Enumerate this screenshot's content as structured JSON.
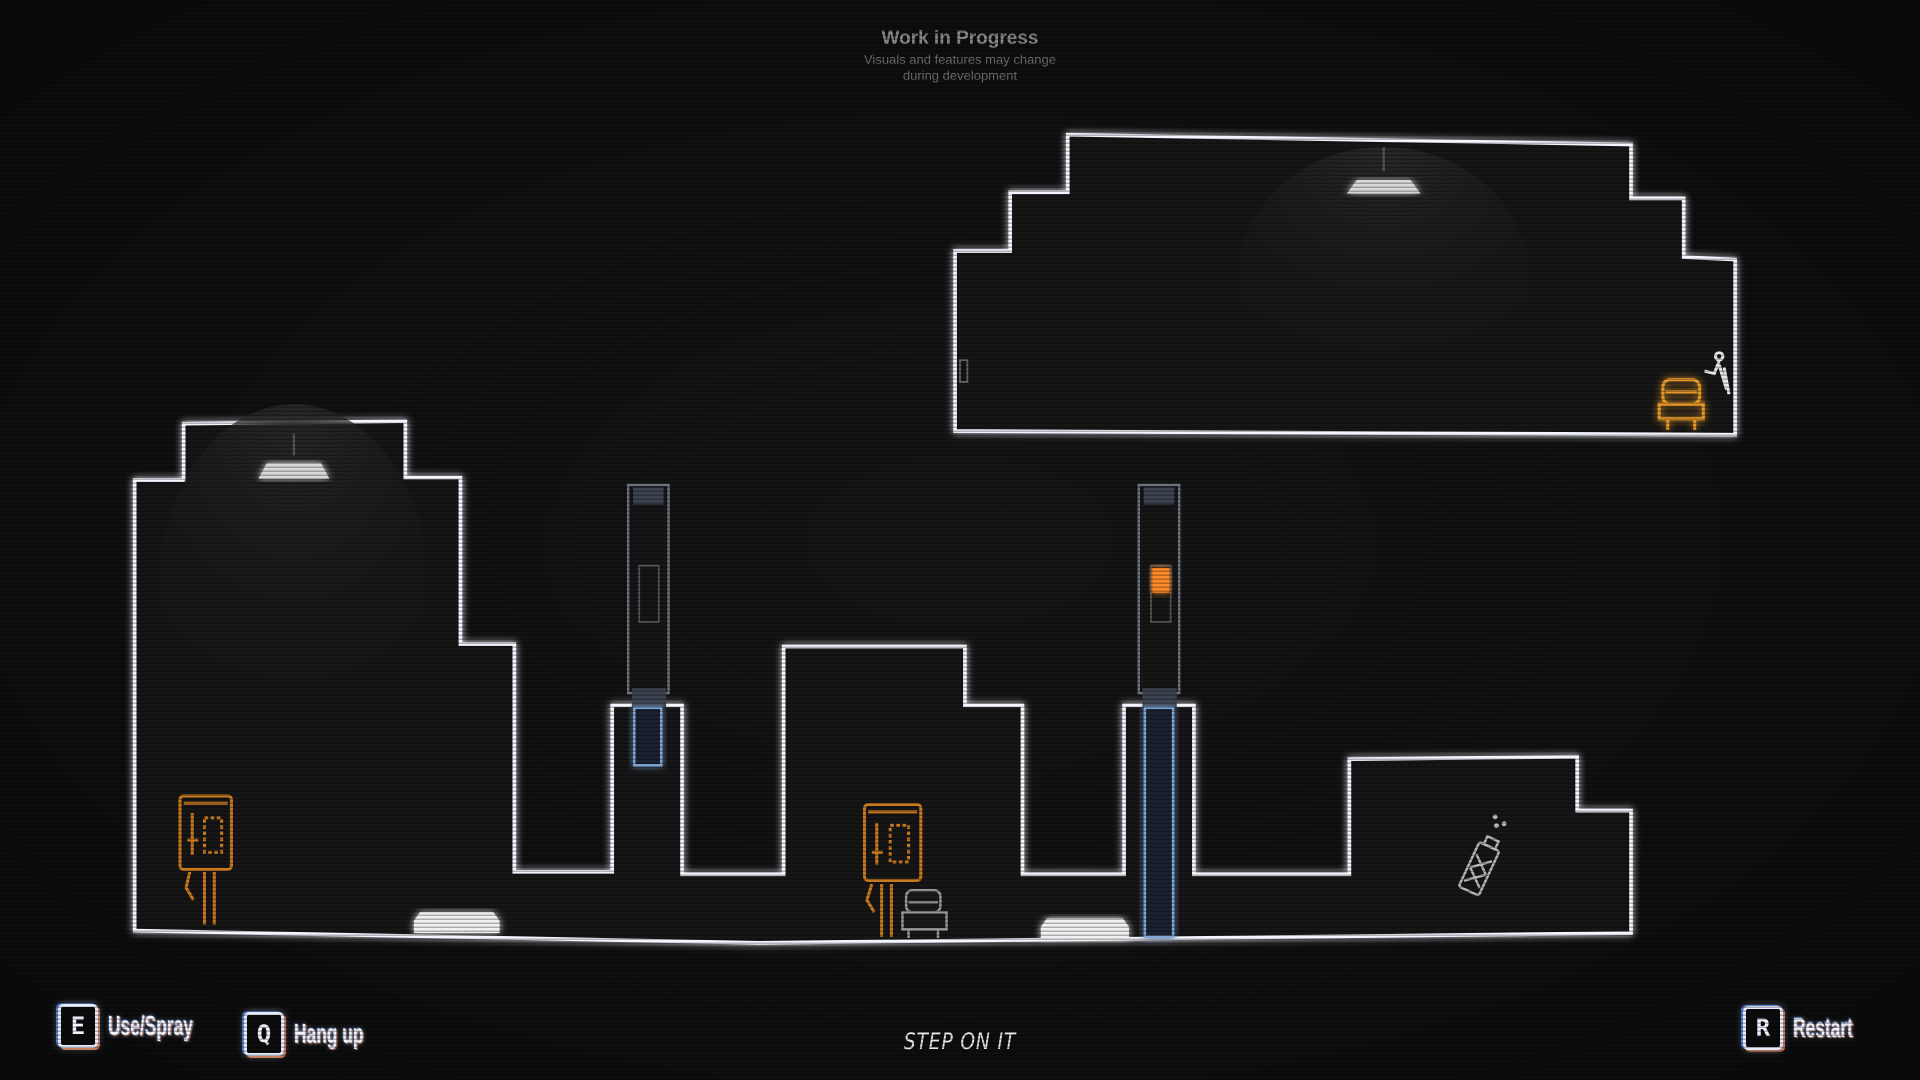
{
  "header": {
    "title": "Work in Progress",
    "subtitle_line1": "Visuals and features may change",
    "subtitle_line2": "during development"
  },
  "controls": [
    {
      "key": "E",
      "label": "Use/Spray"
    },
    {
      "key": "Q",
      "label": "Hang up"
    },
    {
      "key": "R",
      "label": "Restart"
    }
  ],
  "objective": "STEP ON IT",
  "colors": {
    "wall": "#f4f6ff",
    "phone_booth": "#c8781f",
    "glass": "#5a7fa8",
    "light_orange": "#ff8a2a"
  }
}
